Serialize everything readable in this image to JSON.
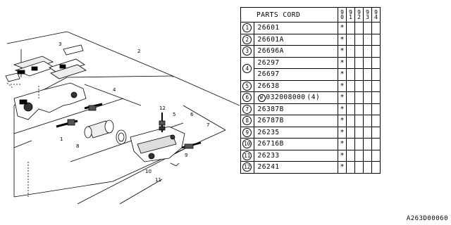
{
  "diagram": {
    "callouts": [
      "1",
      "2",
      "3",
      "4",
      "5",
      "6",
      "7",
      "8",
      "9",
      "10",
      "11",
      "12"
    ]
  },
  "table": {
    "header": "PARTS CORD",
    "years": [
      "90",
      "91",
      "92",
      "93",
      "94"
    ],
    "rows": [
      {
        "num": "1",
        "code": "26601",
        "w": "",
        "qty": "",
        "mark": "*"
      },
      {
        "num": "2",
        "code": "26601A",
        "w": "",
        "qty": "",
        "mark": "*"
      },
      {
        "num": "3",
        "code": "26696A",
        "w": "",
        "qty": "",
        "mark": "*"
      },
      {
        "num": "4",
        "code": "26297",
        "w": "",
        "qty": "",
        "mark": "*"
      },
      {
        "num": "",
        "code": "26697",
        "w": "",
        "qty": "",
        "mark": "*"
      },
      {
        "num": "5",
        "code": "26638",
        "w": "",
        "qty": "",
        "mark": "*"
      },
      {
        "num": "6",
        "code": "032008000",
        "w": "W",
        "qty": "(4)",
        "mark": "*"
      },
      {
        "num": "7",
        "code": "26387B",
        "w": "",
        "qty": "",
        "mark": "*"
      },
      {
        "num": "8",
        "code": "26787B",
        "w": "",
        "qty": "",
        "mark": "*"
      },
      {
        "num": "9",
        "code": "26235",
        "w": "",
        "qty": "",
        "mark": "*"
      },
      {
        "num": "10",
        "code": "26716B",
        "w": "",
        "qty": "",
        "mark": "*"
      },
      {
        "num": "11",
        "code": "26233",
        "w": "",
        "qty": "",
        "mark": "*"
      },
      {
        "num": "12",
        "code": "26241",
        "w": "",
        "qty": "",
        "mark": "*"
      }
    ]
  },
  "footer": {
    "code": "A263D00060"
  }
}
